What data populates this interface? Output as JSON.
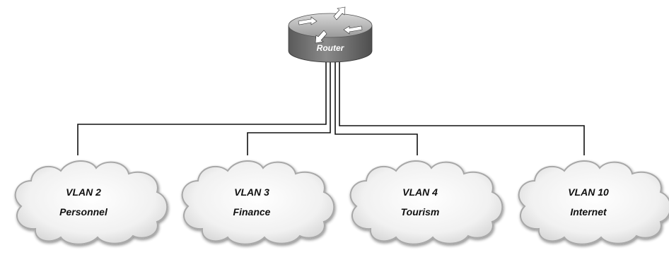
{
  "router": {
    "label": "Router",
    "icon": "router-icon"
  },
  "vlans": [
    {
      "id": "VLAN 2",
      "name": "Personnel"
    },
    {
      "id": "VLAN 3",
      "name": "Finance"
    },
    {
      "id": "VLAN 4",
      "name": "Tourism"
    },
    {
      "id": "VLAN 10",
      "name": "Internet"
    }
  ],
  "colors": {
    "line": "#111111",
    "cloud_fill": "#f4f4f4",
    "cloud_edge": "#a8a8a8",
    "router_body": "#6f6f6f",
    "router_top": "#b9b9b9"
  }
}
